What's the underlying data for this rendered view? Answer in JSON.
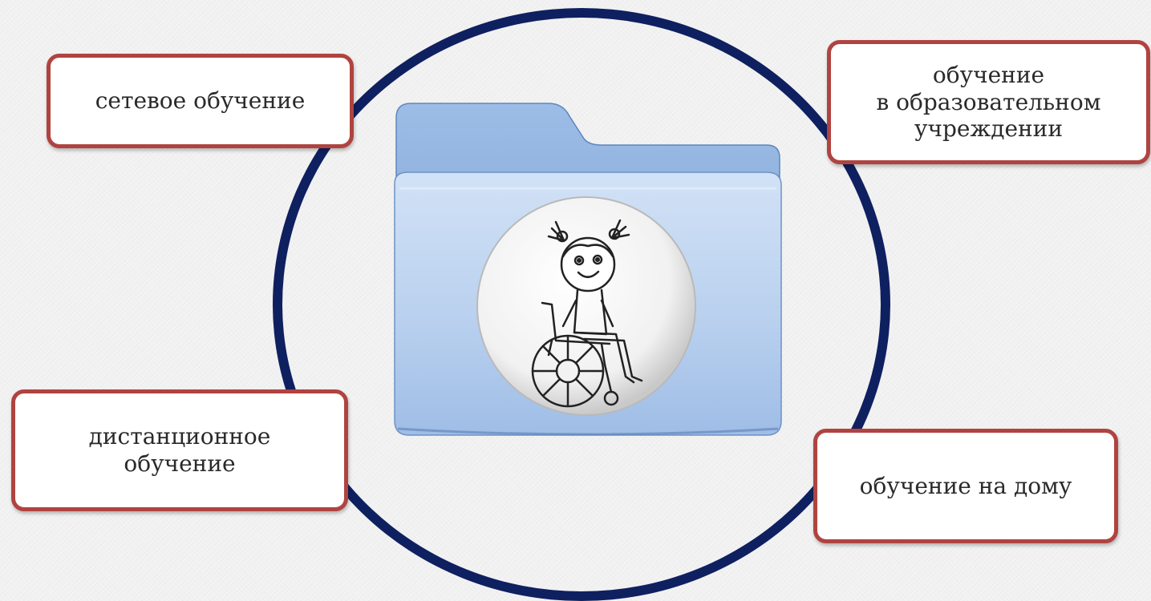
{
  "colors": {
    "ring": "#0f2060",
    "box_border": "#b04340",
    "box_fill": "#ffffff",
    "folder_back": "#8fb3df",
    "folder_front": "#bdd4f0"
  },
  "center": {
    "icon": "folder-icon",
    "emblem_icon": "child-in-wheelchair-icon"
  },
  "labels": {
    "network": "сетевое обучение",
    "school": "обучение\nв образовательном\nучреждении",
    "distance": "дистанционное\nобучение",
    "home": "обучение на дому"
  }
}
